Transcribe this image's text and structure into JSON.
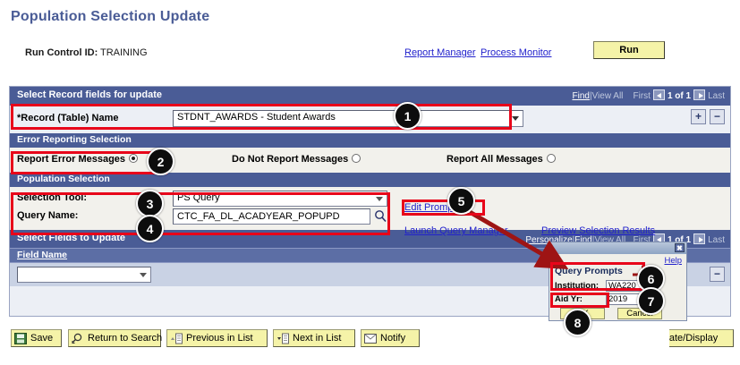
{
  "page": {
    "title": "Population Selection Update",
    "run_control_label": "Run Control ID:",
    "run_control_value": "TRAINING",
    "report_manager_link": "Report Manager",
    "process_monitor_link": "Process Monitor",
    "run_button": "Run"
  },
  "select_record_grid": {
    "header": "Select Record fields for update",
    "nav": {
      "find": "Find",
      "separator": "|",
      "view_all": "View All",
      "first": "First",
      "page_indicator": "1 of 1",
      "last": "Last"
    },
    "record_label": "*Record (Table) Name",
    "record_value": "STDNT_AWARDS - Student Awards",
    "add_row": "+",
    "delete_row": "−"
  },
  "error_reporting": {
    "header": "Error Reporting Selection",
    "options": [
      {
        "label": "Report Error Messages",
        "selected": true
      },
      {
        "label": "Do Not Report Messages",
        "selected": false
      },
      {
        "label": "Report All Messages",
        "selected": false
      }
    ]
  },
  "population_selection": {
    "header": "Population Selection",
    "selection_tool_label": "Selection Tool:",
    "selection_tool_value": "PS Query",
    "query_name_label": "Query Name:",
    "query_name_value": "CTC_FA_DL_ACADYEAR_POPUPD",
    "edit_prompts_link": "Edit Prompts",
    "launch_query_manager_link": "Launch Query Manager",
    "preview_selection_results_link": "Preview Selection Results"
  },
  "select_fields_grid": {
    "header": "Select Fields to Update",
    "nav": {
      "personalize": "Personalize",
      "sep1": "|",
      "find": "Find",
      "sep2": "|",
      "view_all": "View All",
      "first": "First",
      "page_indicator": "1 of 1",
      "last": "Last"
    },
    "column_header": "Field Name",
    "field_value": "",
    "delete_row": "−"
  },
  "query_prompts_modal": {
    "close": "✖",
    "help_link": "Help",
    "heading": "Query Prompts",
    "institution_label": "Institution:",
    "institution_value": "WA220",
    "aid_year_label": "Aid Yr:",
    "aid_year_value": "2019",
    "ok_button": "OK",
    "cancel_button": "Cancel"
  },
  "toolbar": {
    "save": "Save",
    "return_to_search": "Return to Search",
    "previous_in_list": "Previous in List",
    "next_in_list": "Next in List",
    "notify": "Notify",
    "update_display": "Update/Display"
  },
  "callouts": [
    {
      "number": "1"
    },
    {
      "number": "2"
    },
    {
      "number": "3"
    },
    {
      "number": "4"
    },
    {
      "number": "5"
    },
    {
      "number": "6"
    },
    {
      "number": "7"
    },
    {
      "number": "8"
    }
  ],
  "colors": {
    "header_blue": "#4a5c96",
    "panel_bg": "#eceff5",
    "row_bg": "#f2f1ec",
    "button_yellow": "#f5f3a8",
    "link_blue": "#2222cc",
    "annotation_red": "#e8051a",
    "badge_black": "#0d0d0d",
    "arrow_dark_red": "#9e1414"
  }
}
